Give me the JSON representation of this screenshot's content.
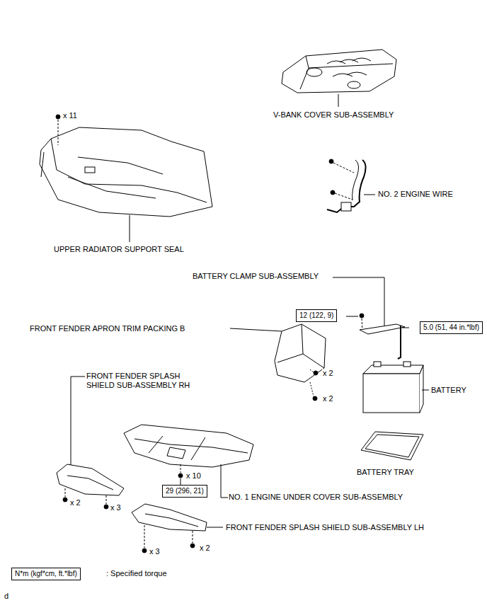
{
  "diagram": {
    "nodes": [
      {
        "text": [
          "12 (122, 9)"
        ]
      },
      {
        "text": [
          "5.0 (51, 44 in.*lbf)"
        ]
      },
      {
        "text": [
          "29 (296, 21)"
        ]
      },
      {
        "text": [
          "N*m (kgf*cm, ft.*lbf)"
        ]
      }
    ],
    "labels": [
      "x 11",
      "V-BANK COVER SUB-ASSEMBLY",
      "NO. 2 ENGINE WIRE",
      "UPPER RADIATOR SUPPORT SEAL",
      "BATTERY CLAMP SUB-ASSEMBLY",
      "FRONT FENDER APRON TRIM PACKING B",
      "x 2",
      "x 2",
      "FRONT FENDER SPLASH SHIELD SUB-ASSEMBLY RH",
      "BATTERY",
      "BATTERY TRAY",
      "x 10",
      "NO. 1 ENGINE UNDER COVER SUB-ASSEMBLY",
      "x 2",
      "x 3",
      "FRONT FENDER SPLASH SHIELD SUB-ASSEMBLY LH",
      "x 3",
      "x 2",
      ": Specified torque",
      "d"
    ]
  }
}
